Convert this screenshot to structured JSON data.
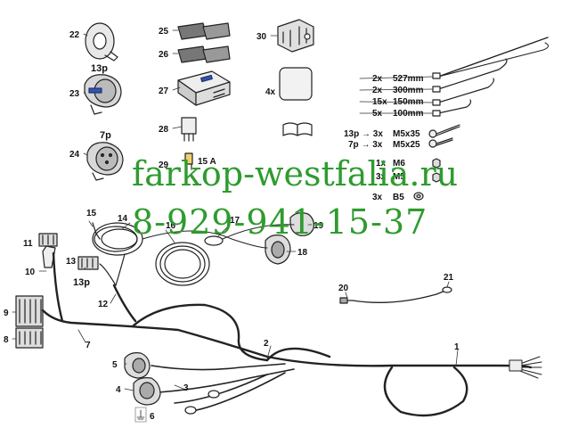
{
  "callouts": {
    "c1": "1",
    "c2": "2",
    "c3": "3",
    "c4": "4",
    "c5": "5",
    "c6": "6",
    "c7": "7",
    "c8": "8",
    "c9": "9",
    "c10": "10",
    "c11": "11",
    "c12": "12",
    "c13": "13",
    "c14": "14",
    "c15": "15",
    "c16": "16",
    "c17": "17",
    "c18": "18",
    "c19": "19",
    "c20": "20",
    "c21": "21",
    "c22": "22",
    "c23": "23",
    "c24": "24",
    "c25": "25",
    "c26": "26",
    "c27": "27",
    "c28": "28",
    "c29": "29",
    "c30": "30"
  },
  "labels": {
    "p13_top": "13p",
    "p7_top": "7p",
    "p13_harness": "13p",
    "fuse": "15 A",
    "manual_qty": "4x"
  },
  "parts_list": {
    "cable_ties": [
      {
        "qty": "2x",
        "size": "527mm"
      },
      {
        "qty": "2x",
        "size": "300mm"
      },
      {
        "qty": "15x",
        "size": "150mm"
      },
      {
        "qty": "5x",
        "size": "100mm"
      }
    ],
    "screws": [
      {
        "left": "13p → 3x",
        "size": "M5x35"
      },
      {
        "left": "7p → 3x",
        "size": "M5x25"
      }
    ],
    "nuts": [
      {
        "left": "1x",
        "size": "M6"
      },
      {
        "left": "3x",
        "size": "M5"
      }
    ],
    "washer": {
      "left": "3x",
      "size": "B5"
    }
  },
  "watermark": {
    "site": "farkop-westfalia.ru",
    "phone": "8-929-941-15-37"
  }
}
